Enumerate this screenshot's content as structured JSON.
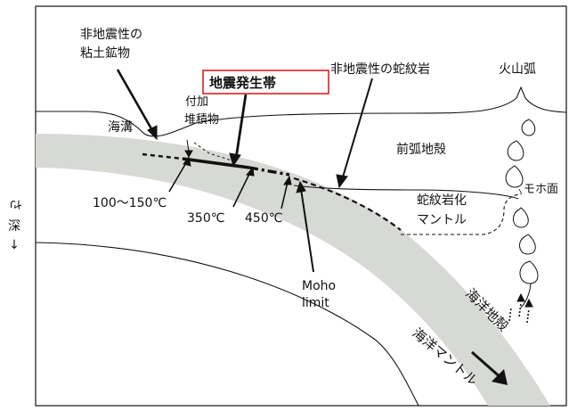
{
  "labels": {
    "nonseismic_clay": [
      "非地震性の",
      "粘土鉱物"
    ],
    "accretion": [
      "付加",
      "堆積物"
    ],
    "trench": "海溝",
    "seismogenic_zone": "地震発生帯",
    "nonseismic_serpentinite": "非地震性の蛇紋岩",
    "volcanic_arc": "火山弧",
    "forearc_crust": "前弧地殻",
    "moho_surface": "モホ面",
    "serpentinized_mantle": [
      "蛇紋岩化",
      "マントル"
    ],
    "temp_100_150": "100～150℃",
    "temp_350": "350℃",
    "temp_450": "450℃",
    "moho_limit": [
      "Moho",
      "limit"
    ],
    "oceanic_crust": "海洋地殻",
    "oceanic_mantle": "海洋マントル",
    "depth": [
      "深",
      "さ",
      "↓"
    ]
  },
  "colors": {
    "highlight_box": "#e02020",
    "oceanic_crust_band": "#d6d9d4",
    "line": "#111111"
  }
}
